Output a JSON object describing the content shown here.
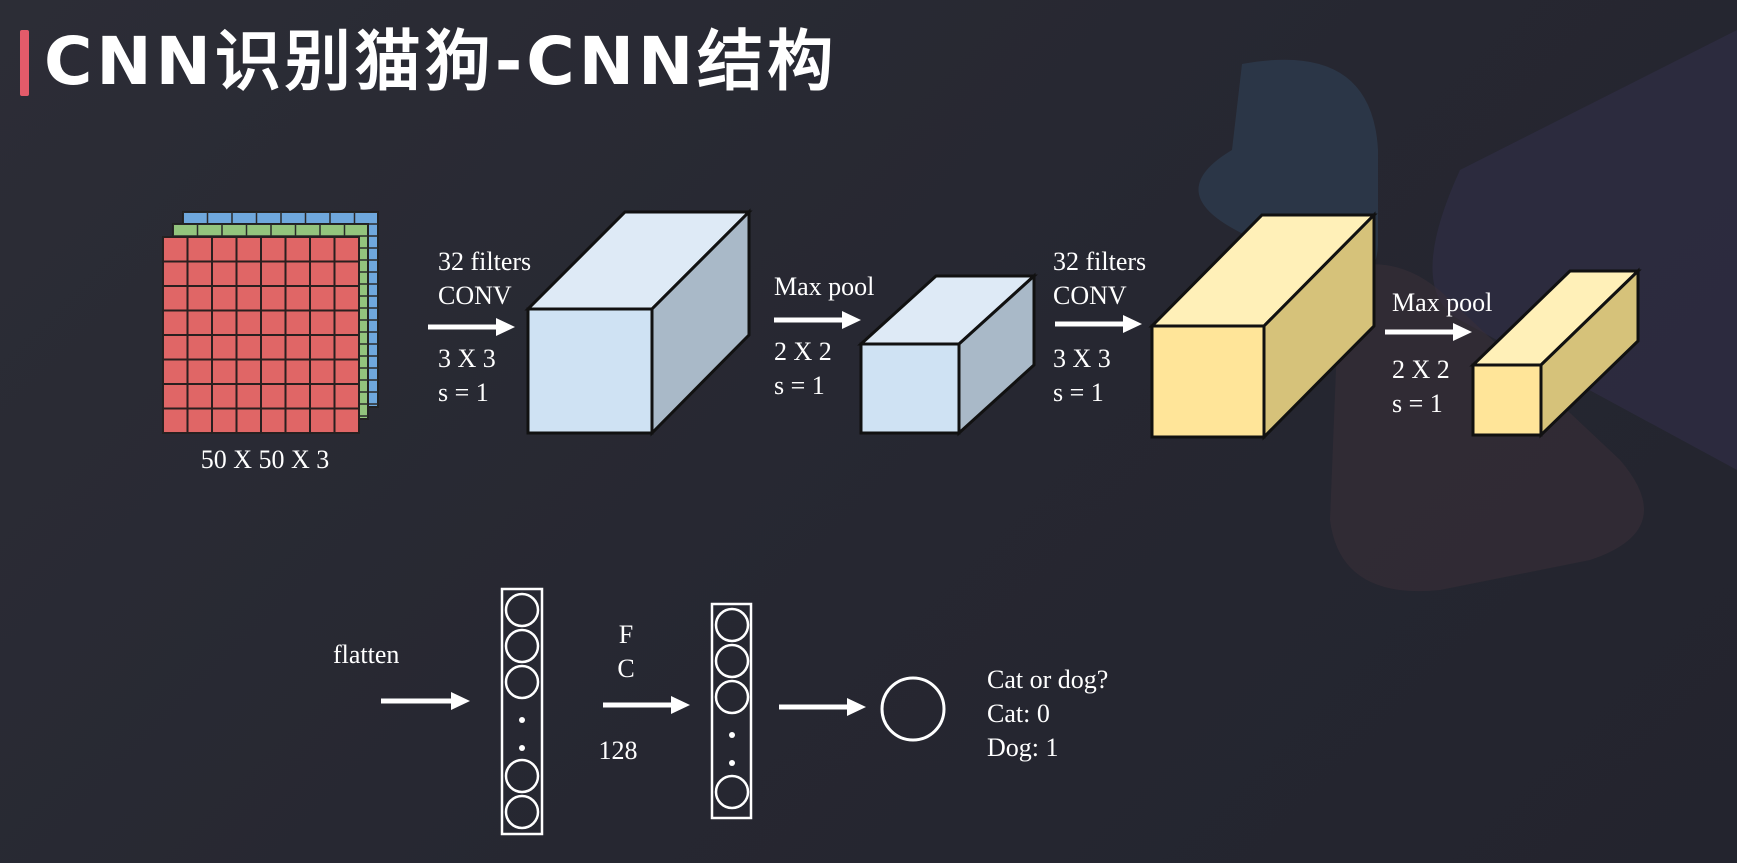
{
  "title": "CNN识别猫狗-CNN结构",
  "colors": {
    "accent": "#e35b6a",
    "input_red": "#e06666",
    "input_green": "#93c47d",
    "input_blue": "#6fa8dc",
    "block_blue": "#cfe2f3",
    "block_yellow": "#ffe599"
  },
  "input": {
    "label": "50 X 50 X 3"
  },
  "stages": [
    {
      "lines": [
        "32 filters",
        "CONV"
      ],
      "sub": [
        "3 X 3",
        "s = 1"
      ]
    },
    {
      "lines": [
        "Max pool"
      ],
      "sub": [
        "2 X 2",
        "s = 1"
      ]
    },
    {
      "lines": [
        "32 filters",
        "CONV"
      ],
      "sub": [
        "3 X 3",
        "s = 1"
      ]
    },
    {
      "lines": [
        "Max pool"
      ],
      "sub": [
        "2 X 2",
        "s = 1"
      ]
    }
  ],
  "dense": {
    "flatten_label": "flatten",
    "fc_letters": [
      "F",
      "C"
    ],
    "fc_units": "128",
    "output_lines": [
      "Cat or dog?",
      "Cat: 0",
      "Dog: 1"
    ]
  }
}
